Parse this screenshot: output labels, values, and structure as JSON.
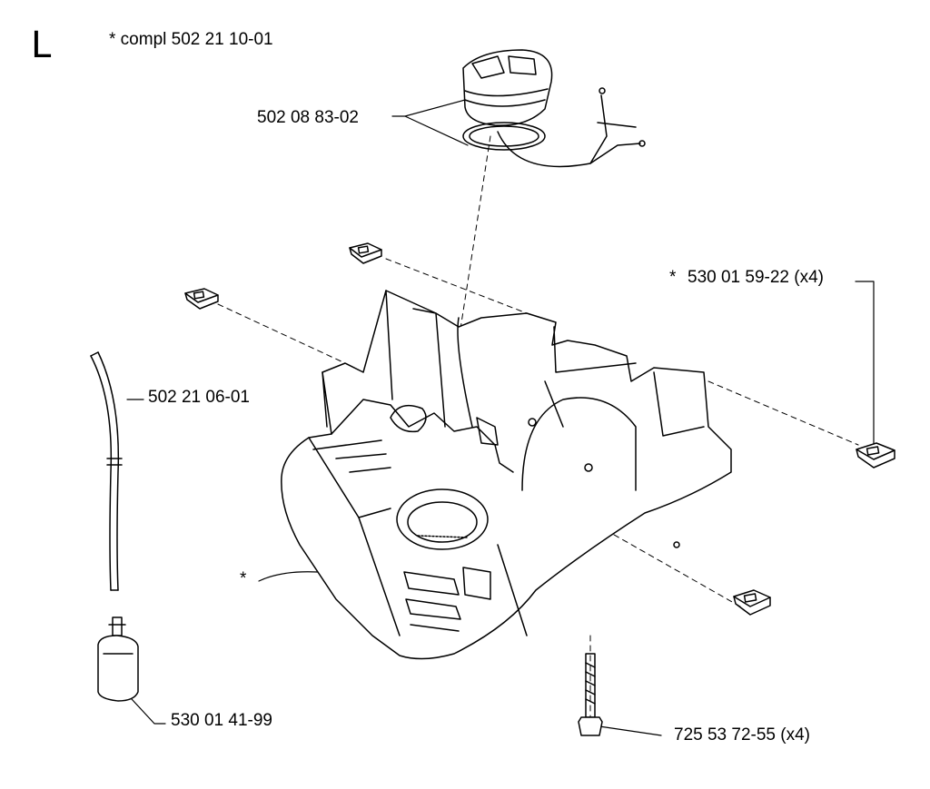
{
  "section_letter": "L",
  "header": {
    "assembly_note": "* compl 502 21 10-01"
  },
  "parts": {
    "fuel_cap": "502 08 83-02",
    "fuel_hose": "502 21 06-01",
    "fuel_filter": "530 01 41-99",
    "nut": "530 01 59-22 (x4)",
    "nut_asterisk": "*",
    "screw": "725 53 72-55 (x4)",
    "tank_asterisk": "*"
  }
}
